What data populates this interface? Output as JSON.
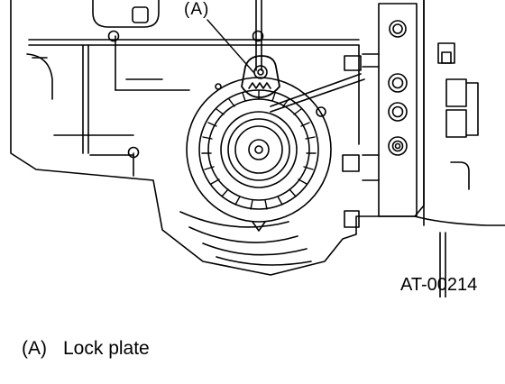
{
  "diagram": {
    "callout_label": "(A)",
    "figure_id": "AT-00214"
  },
  "legend": {
    "items": [
      {
        "key": "(A)",
        "label": "Lock plate"
      }
    ]
  },
  "colors": {
    "line": "#000000",
    "background": "#ffffff"
  }
}
